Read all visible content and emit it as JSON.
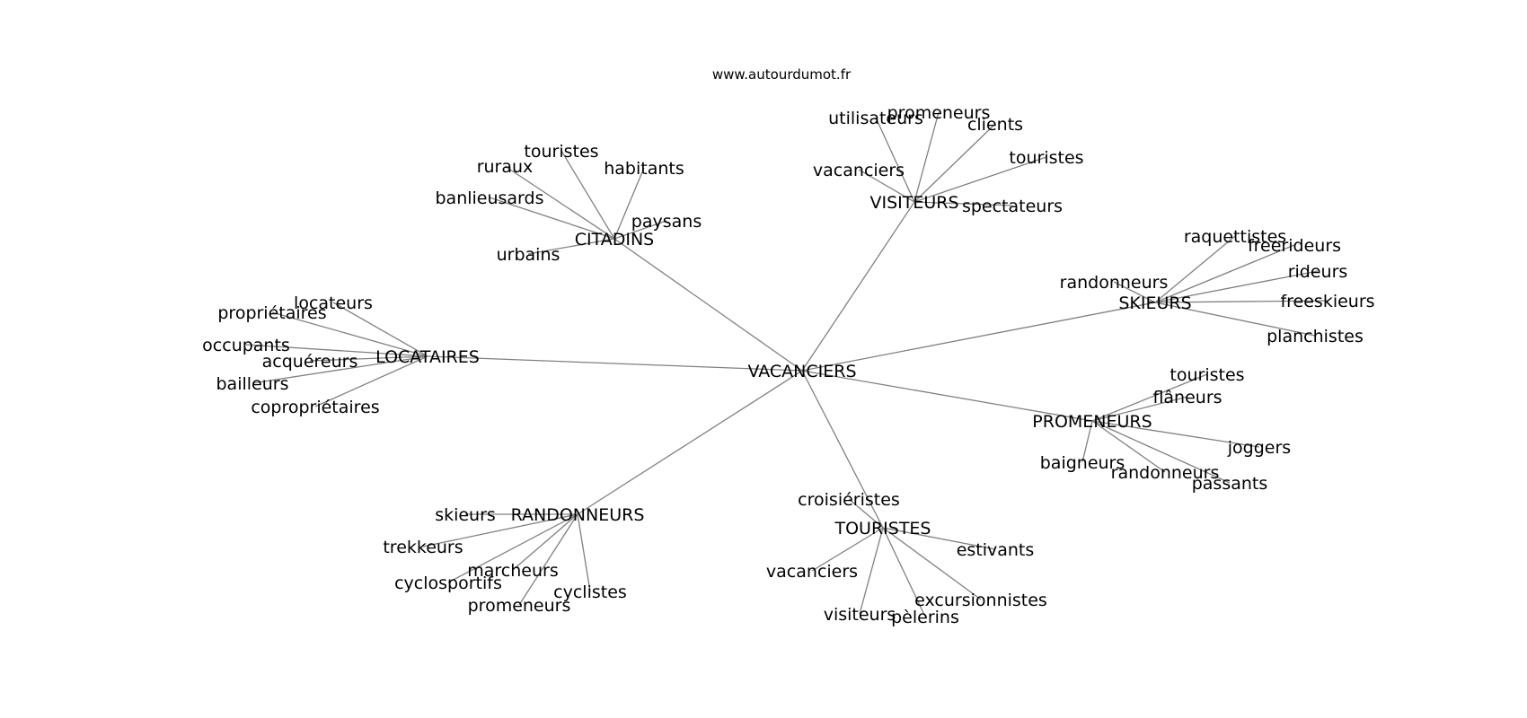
{
  "source": "www.autourdumot.fr",
  "center": "VACANCIERS",
  "clusters": [
    {
      "label": "CITADINS",
      "words": [
        "touristes",
        "ruraux",
        "habitants",
        "banlieusards",
        "paysans",
        "urbains"
      ]
    },
    {
      "label": "VISITEURS",
      "words": [
        "utilisateurs",
        "promeneurs",
        "clients",
        "touristes",
        "vacanciers",
        "spectateurs"
      ]
    },
    {
      "label": "SKIEURS",
      "words": [
        "raquettistes",
        "freerideurs",
        "randonneurs",
        "rideurs",
        "freeskieurs",
        "planchistes"
      ]
    },
    {
      "label": "LOCATAIRES",
      "words": [
        "locateurs",
        "propriétaires",
        "occupants",
        "acquéreurs",
        "bailleurs",
        "copropriétaires"
      ]
    },
    {
      "label": "PROMENEURS",
      "words": [
        "touristes",
        "flâneurs",
        "joggers",
        "baigneurs",
        "randonneurs",
        "passants"
      ]
    },
    {
      "label": "RANDONNEURS",
      "words": [
        "skieurs",
        "trekkeurs",
        "marcheurs",
        "cyclosportifs",
        "promeneurs",
        "cyclistes"
      ]
    },
    {
      "label": "TOURISTES",
      "words": [
        "croisiéristes",
        "estivants",
        "vacanciers",
        "excursionnistes",
        "visiteurs",
        "pèlerins"
      ]
    }
  ]
}
